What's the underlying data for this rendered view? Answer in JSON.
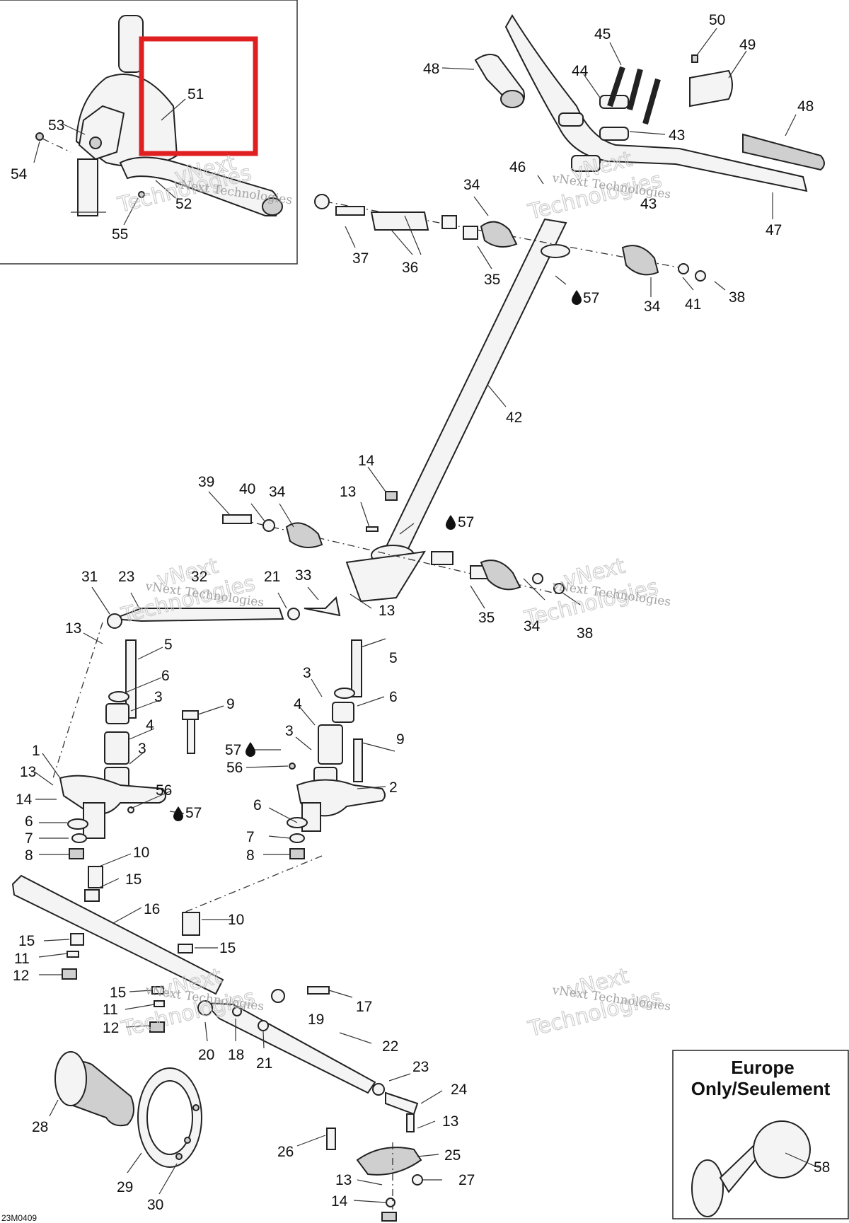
{
  "diagram_code": "23M0409",
  "europe_box": {
    "line1": "Europe",
    "line2": "Only/Seulement"
  },
  "watermark": {
    "line1": "vNext",
    "line2": "Technologies",
    "combined": "vNext Technologies"
  },
  "highlight_color": "#e02020",
  "labels": {
    "l1": "1",
    "l2": "2",
    "l3a": "3",
    "l3b": "3",
    "l3c": "3",
    "l3d": "3",
    "l4a": "4",
    "l4b": "4",
    "l5a": "5",
    "l5b": "5",
    "l6a": "6",
    "l6b": "6",
    "l6c": "6",
    "l6d": "6",
    "l7a": "7",
    "l7b": "7",
    "l8a": "8",
    "l8b": "8",
    "l9a": "9",
    "l9b": "9",
    "l10a": "10",
    "l10b": "10",
    "l11a": "11",
    "l11b": "11",
    "l12a": "12",
    "l12b": "12",
    "l13a": "13",
    "l13b": "13",
    "l13c": "13",
    "l13d": "13",
    "l13e": "13",
    "l13f": "13",
    "l14a": "14",
    "l14b": "14",
    "l14c": "14",
    "l15a": "15",
    "l15b": "15",
    "l15c": "15",
    "l15d": "15",
    "l16": "16",
    "l17": "17",
    "l18": "18",
    "l19": "19",
    "l20": "20",
    "l21a": "21",
    "l21b": "21",
    "l22": "22",
    "l23a": "23",
    "l23b": "23",
    "l24": "24",
    "l25": "25",
    "l26": "26",
    "l27": "27",
    "l28": "28",
    "l29": "29",
    "l30": "30",
    "l31": "31",
    "l32": "32",
    "l33": "33",
    "l34a": "34",
    "l34b": "34",
    "l34c": "34",
    "l34d": "34",
    "l35a": "35",
    "l35b": "35",
    "l36": "36",
    "l37": "37",
    "l38a": "38",
    "l38b": "38",
    "l39": "39",
    "l40": "40",
    "l41": "41",
    "l42": "42",
    "l43a": "43",
    "l43b": "43",
    "l44": "44",
    "l45": "45",
    "l46": "46",
    "l47": "47",
    "l48a": "48",
    "l48b": "48",
    "l49": "49",
    "l50": "50",
    "l51": "51",
    "l52": "52",
    "l53": "53",
    "l54": "54",
    "l55": "55",
    "l56a": "56",
    "l56b": "56",
    "l57a": "57",
    "l57b": "57",
    "l57c": "57",
    "l57d": "57",
    "l58": "58"
  }
}
